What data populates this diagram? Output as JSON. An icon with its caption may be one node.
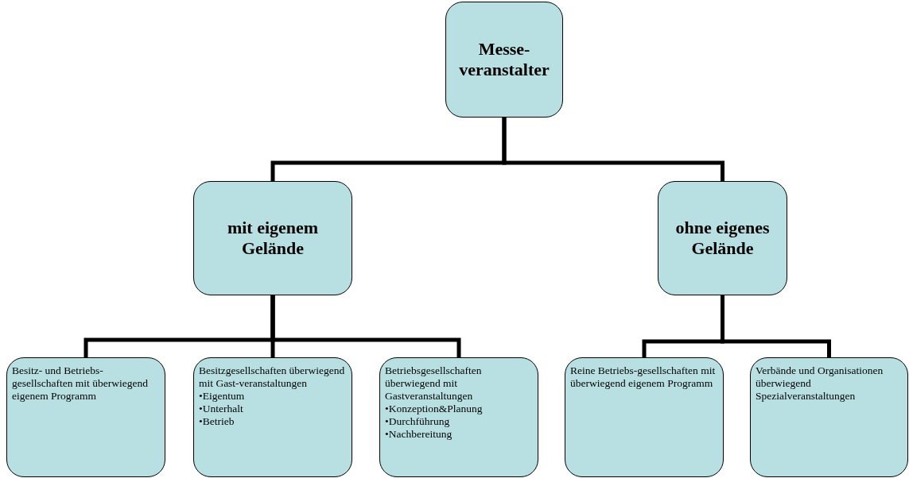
{
  "diagram": {
    "nodes": [
      {
        "text": [
          "Messe-veranstalter"
        ]
      },
      {
        "text": [
          "mit eigenem Gelände"
        ]
      },
      {
        "text": [
          "ohne eigenes Gelände"
        ]
      },
      {
        "text": [
          "Besitz- und Betriebs-gesellschaften mit überwiegend eigenem Programm"
        ]
      },
      {
        "text": [
          "Besitzgesellschaften überwiegend mit Gast-veranstaltungen",
          "•Eigentum",
          "•Unterhalt",
          "•Betrieb"
        ]
      },
      {
        "text": [
          "Betriebsgesellschaften überwiegend mit Gastveranstaltungen",
          "•Konzeption&Planung",
          "•Durchführung",
          "•Nachbereitung"
        ]
      },
      {
        "text": [
          "Reine Betriebs-gesellschaften mit überwiegend eigenem Programm"
        ]
      },
      {
        "text": [
          "Verbände und Organisationen überwiegend Spezialveranstaltungen"
        ]
      }
    ],
    "edges": [
      {
        "from": 0,
        "to": 1,
        "arrow": "none"
      },
      {
        "from": 0,
        "to": 2,
        "arrow": "none"
      },
      {
        "from": 1,
        "to": 3,
        "arrow": "none"
      },
      {
        "from": 1,
        "to": 4,
        "arrow": "none"
      },
      {
        "from": 1,
        "to": 5,
        "arrow": "none"
      },
      {
        "from": 2,
        "to": 6,
        "arrow": "none"
      },
      {
        "from": 2,
        "to": 7,
        "arrow": "none"
      }
    ]
  }
}
